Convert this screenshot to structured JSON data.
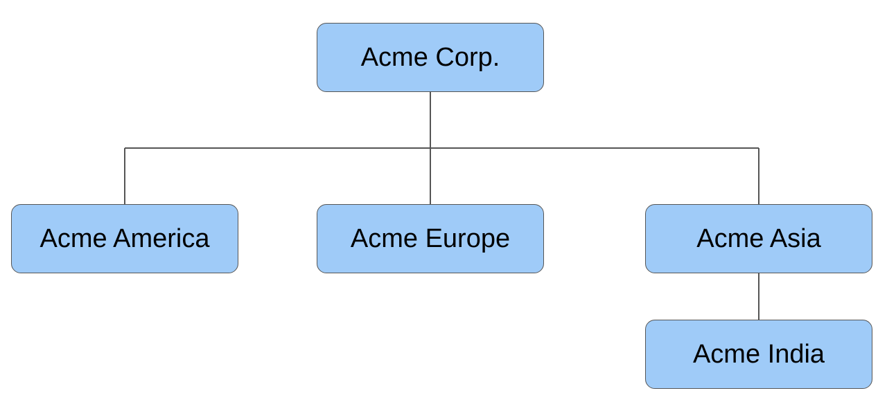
{
  "colors": {
    "node_fill": "#9fcbf8",
    "node_border": "#555555",
    "connector": "#555555",
    "text": "#000000",
    "background": "#ffffff"
  },
  "nodes": {
    "root": {
      "label": "Acme Corp."
    },
    "america": {
      "label": "Acme America"
    },
    "europe": {
      "label": "Acme Europe"
    },
    "asia": {
      "label": "Acme Asia"
    },
    "india": {
      "label": "Acme India"
    }
  },
  "edges": [
    {
      "from": "root",
      "to": "america"
    },
    {
      "from": "root",
      "to": "europe"
    },
    {
      "from": "root",
      "to": "asia"
    },
    {
      "from": "asia",
      "to": "india"
    }
  ]
}
